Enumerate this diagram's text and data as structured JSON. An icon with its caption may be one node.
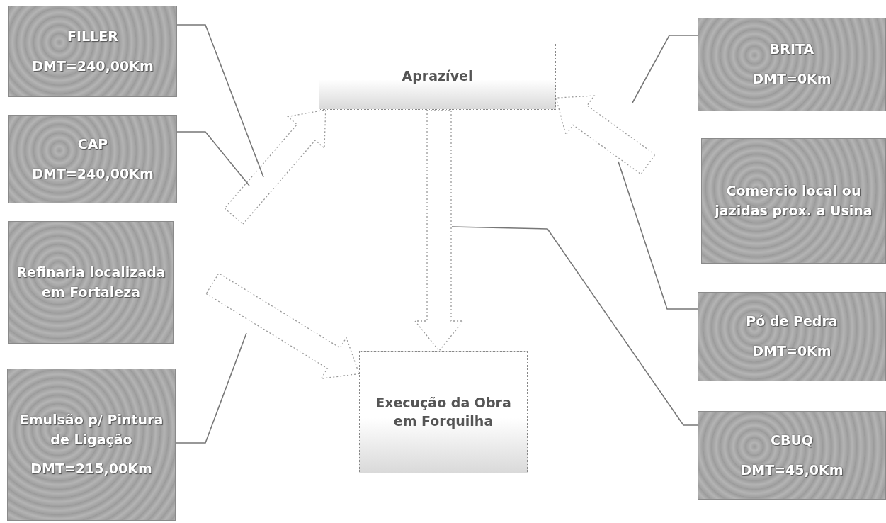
{
  "diagram": {
    "nodes": [
      {
        "text": [
          "FILLER",
          "DMT=240,00Km"
        ]
      },
      {
        "text": [
          "CAP",
          "DMT=240,00Km"
        ]
      },
      {
        "text": [
          "Refinaria localizada em Fortaleza"
        ]
      },
      {
        "text": [
          "Emulsão p/ Pintura de Ligação",
          "DMT=215,00Km"
        ]
      },
      {
        "text": [
          "Aprazível"
        ]
      },
      {
        "text": [
          "Execução da Obra em Forquilha"
        ]
      },
      {
        "text": [
          "BRITA",
          "DMT=0Km"
        ]
      },
      {
        "text": [
          "Comercio local ou jazidas prox. a Usina"
        ]
      },
      {
        "text": [
          "Pó de Pedra",
          "DMT=0Km"
        ]
      },
      {
        "text": [
          "CBUQ",
          "DMT=45,0Km"
        ]
      }
    ],
    "edges": [
      {
        "from": null,
        "to": 4,
        "arrow": "to",
        "style": "thick"
      },
      {
        "from": null,
        "to": 5,
        "arrow": "to",
        "style": "thick"
      },
      {
        "from": null,
        "to": 4,
        "arrow": "to",
        "style": "thick"
      },
      {
        "from": 4,
        "to": 5,
        "arrow": "to",
        "style": "thick"
      },
      {
        "from": 0,
        "to": null,
        "arrow": "none"
      },
      {
        "from": 1,
        "to": null,
        "arrow": "none"
      },
      {
        "from": 3,
        "to": null,
        "arrow": "none"
      },
      {
        "from": 6,
        "to": null,
        "arrow": "none"
      },
      {
        "from": 8,
        "to": null,
        "arrow": "none"
      },
      {
        "from": 9,
        "to": null,
        "arrow": "none"
      }
    ]
  }
}
